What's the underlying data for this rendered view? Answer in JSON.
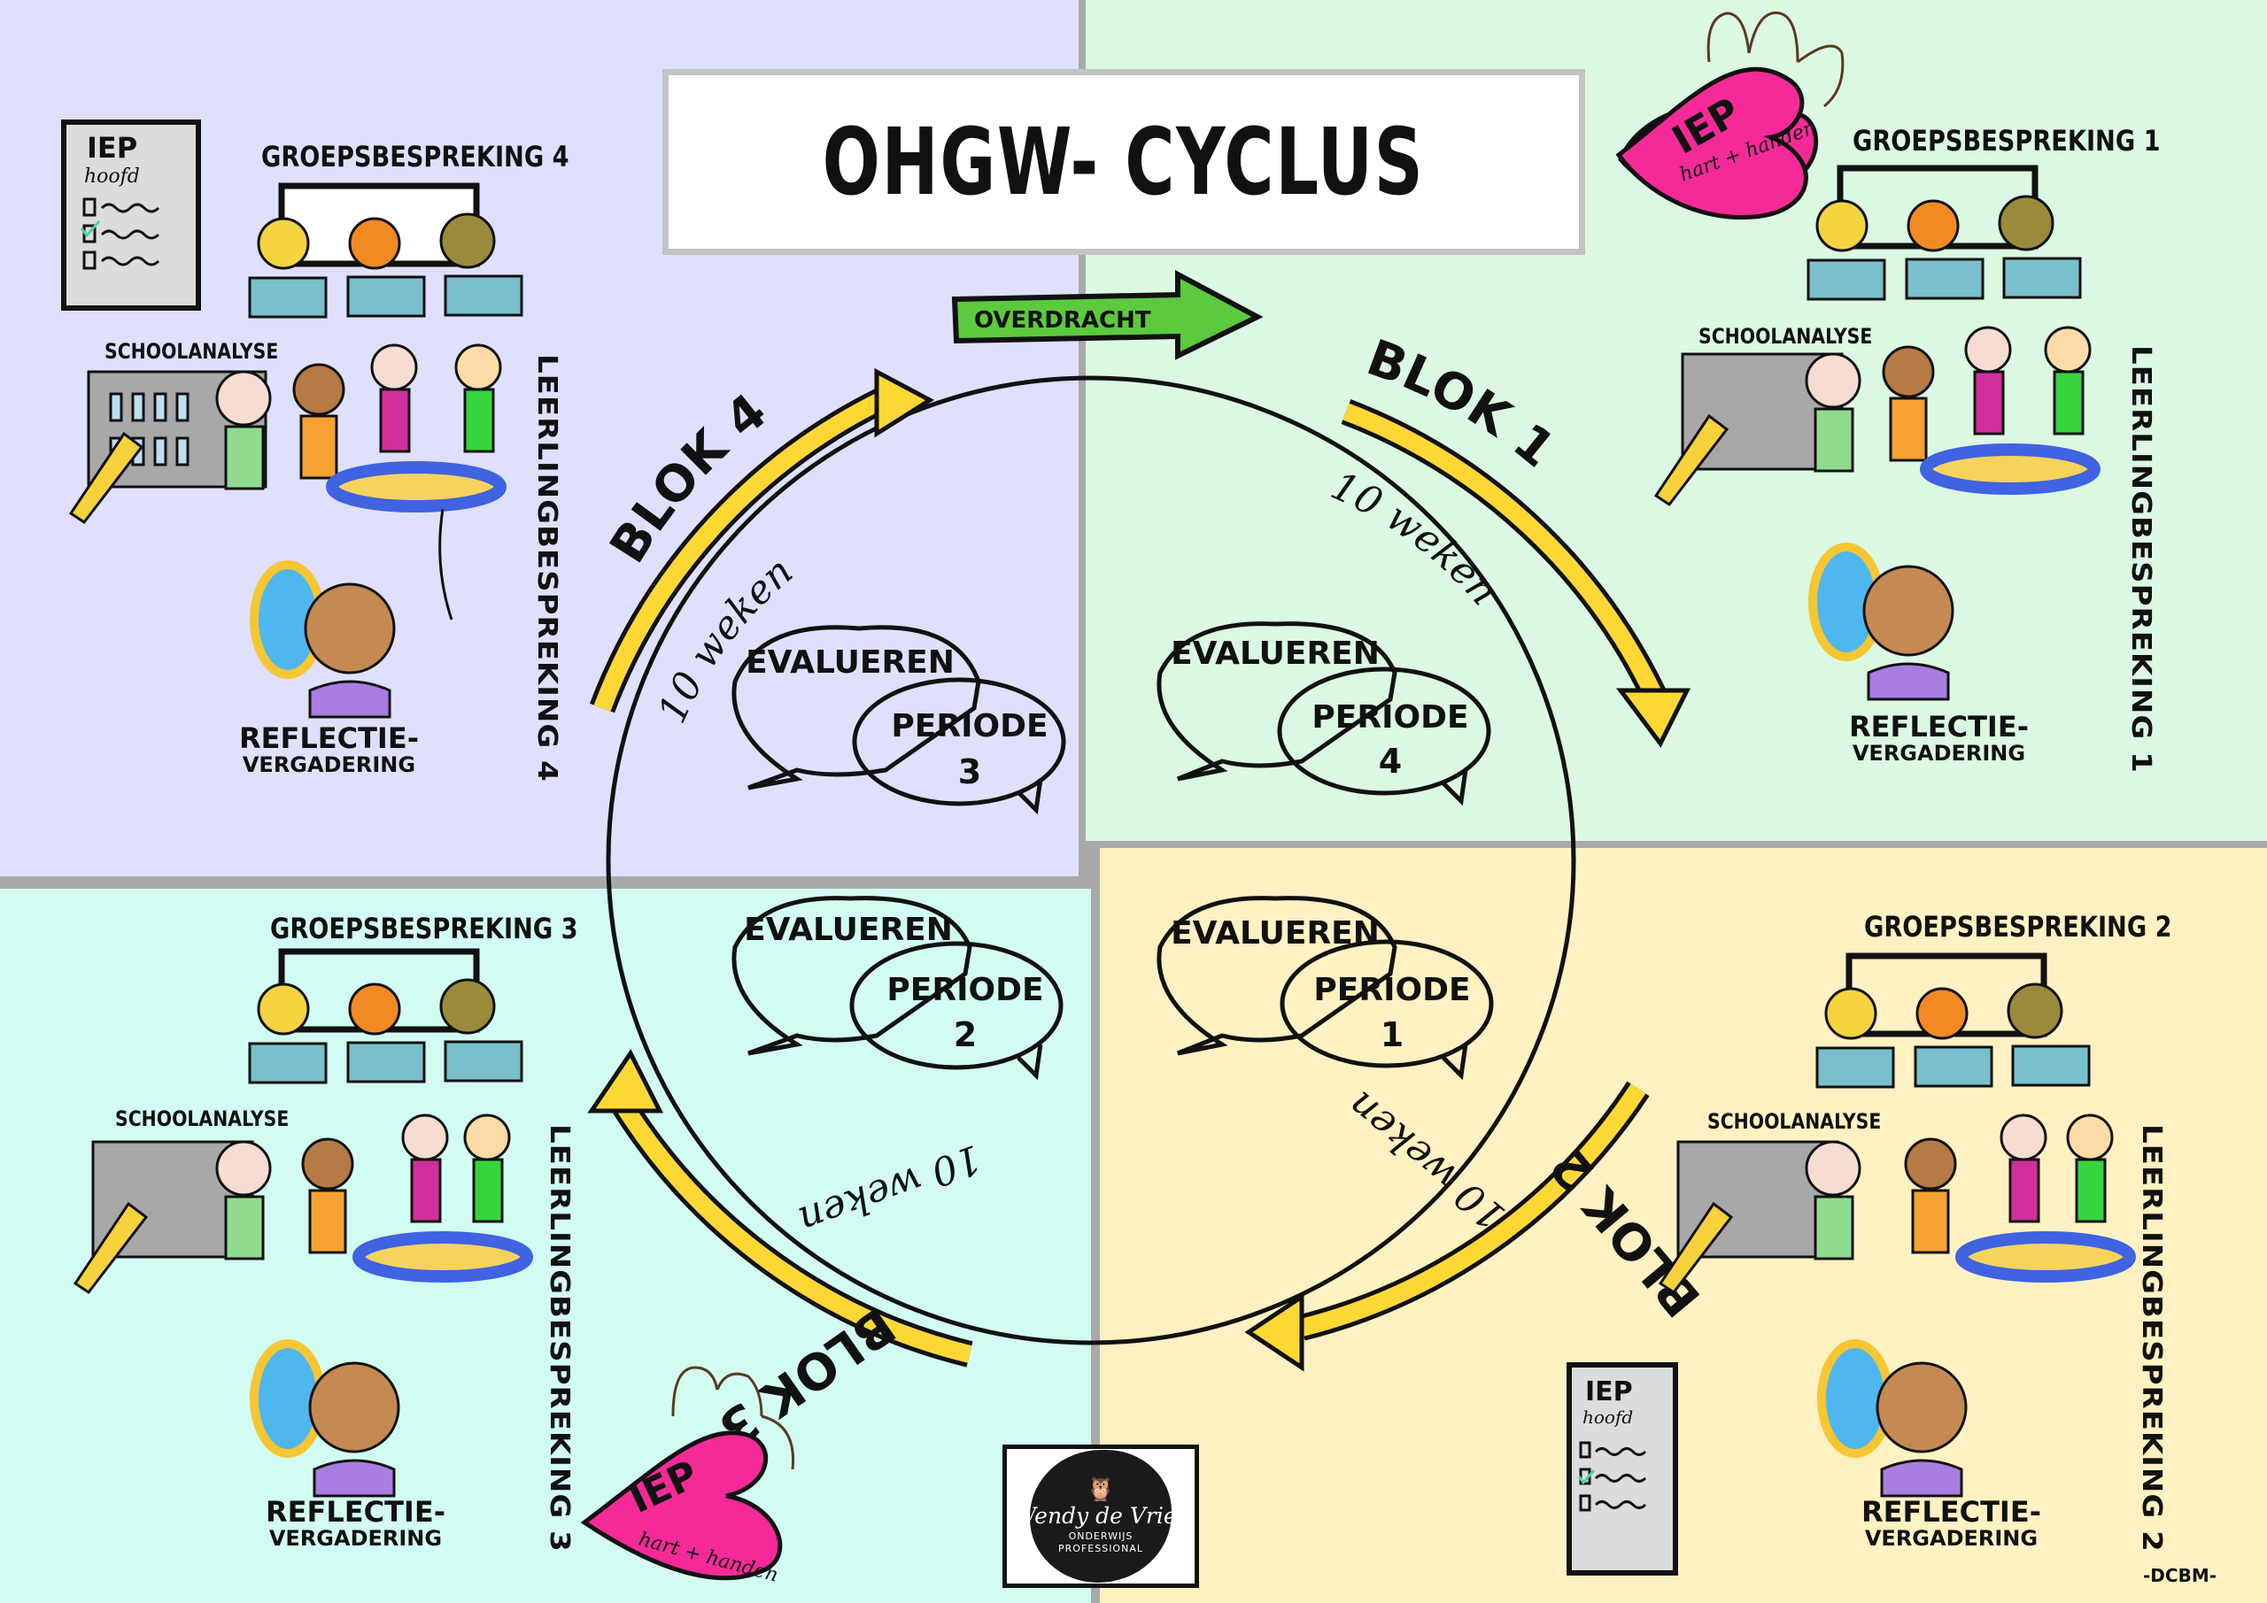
{
  "title": "OHGW- CYCLUS",
  "handover_arrow": {
    "label": "OVERDRACHT",
    "color": "#5cc93f"
  },
  "colors": {
    "quadrant_blok4": "#dfe0fd",
    "quadrant_blok1": "#dbf8e2",
    "quadrant_blok3": "#d2fcf1",
    "quadrant_blok2": "#fff1c2",
    "block_arrow": "#fdd835",
    "heart": "#f52a98",
    "desk": "#79c0cc"
  },
  "cycle": {
    "blocks": [
      {
        "label": "BLOK 1",
        "duration": "10 weken"
      },
      {
        "label": "BLOK 2",
        "duration": "10 weken"
      },
      {
        "label": "BLOK 3",
        "duration": "10 weken"
      },
      {
        "label": "BLOK 4",
        "duration": "10 weken"
      }
    ],
    "bubbles": [
      {
        "top": "EVALUEREN",
        "bottom_line1": "PERIODE",
        "bottom_line2": "3"
      },
      {
        "top": "EVALUEREN",
        "bottom_line1": "PERIODE",
        "bottom_line2": "4"
      },
      {
        "top": "EVALUEREN",
        "bottom_line1": "PERIODE",
        "bottom_line2": "2"
      },
      {
        "top": "EVALUEREN",
        "bottom_line1": "PERIODE",
        "bottom_line2": "1"
      }
    ]
  },
  "quadrants": {
    "top_left": {
      "groepsbespreking": "GROEPSBESPREKING 4",
      "schoolanalyse": "SCHOOLANALYSE",
      "leerlingbespreking": "LEERLINGBESPREKING 4",
      "reflectie_line1": "REFLECTIE-",
      "reflectie_line2": "VERGADERING",
      "iep_card": {
        "title": "IEP",
        "subtitle": "hoofd"
      }
    },
    "top_right": {
      "groepsbespreking": "GROEPSBESPREKING 1",
      "schoolanalyse": "SCHOOLANALYSE",
      "leerlingbespreking": "LEERLINGBESPREKING 1",
      "reflectie_line1": "REFLECTIE-",
      "reflectie_line2": "VERGADERING",
      "iep_heart": {
        "title": "IEP",
        "subtitle": "hart + handen"
      }
    },
    "bottom_left": {
      "groepsbespreking": "GROEPSBESPREKING 3",
      "schoolanalyse": "SCHOOLANALYSE",
      "leerlingbespreking": "LEERLINGBESPREKING 3",
      "reflectie_line1": "REFLECTIE-",
      "reflectie_line2": "VERGADERING",
      "iep_heart": {
        "title": "IEP",
        "subtitle": "hart + handen"
      }
    },
    "bottom_right": {
      "groepsbespreking": "GROEPSBESPREKING 2",
      "schoolanalyse": "SCHOOLANALYSE",
      "leerlingbespreking": "LEERLINGBESPREKING 2",
      "reflectie_line1": "REFLECTIE-",
      "reflectie_line2": "VERGADERING",
      "iep_card": {
        "title": "IEP",
        "subtitle": "hoofd"
      }
    }
  },
  "logo": {
    "name": "Wendy de Vries",
    "line1": "ONDERWIJS",
    "line2": "PROFESSIONAL"
  },
  "signature": "-DCBM-"
}
